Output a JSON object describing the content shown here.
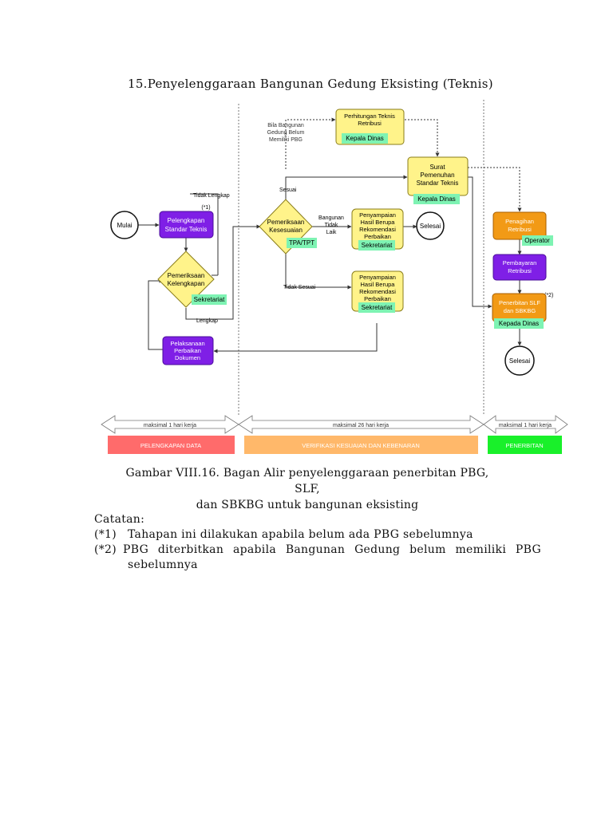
{
  "heading": "15.Penyelenggaraan Bangunan Gedung Eksisting (Teknis)",
  "flow": {
    "start": "Mulai",
    "lengkapi": [
      "Pelengkapan",
      "Standar Teknis"
    ],
    "note1": "(*1)",
    "tidak_lengkap": "Tidak Lengkap",
    "cek_kelengkapan": [
      "Pemeriksaan",
      "Kelengkapan"
    ],
    "sekretariat": "Sekretariat",
    "lengkap": "Lengkap",
    "perbaikan_dok": [
      "Pelaksanaan",
      "Perbaikan",
      "Dokumen"
    ],
    "bila": [
      "Bila Bangunan",
      "Gedung Belum",
      "Memiliki PBG"
    ],
    "hitung": [
      "Perhitungan Teknis",
      "Retribusi"
    ],
    "kepala_dinas": "Kepala Dinas",
    "sesuai": "Sesuai",
    "cek_kesesuaian": [
      "Pemeriksaan",
      "Kesesuaian"
    ],
    "tpa": "TPA/TPT",
    "tidak_laik": [
      "Bangunan",
      "Tidak",
      "Laik"
    ],
    "rekom": [
      "Penyampaian",
      "Hasil Berupa",
      "Rekomendasi",
      "Perbaikan"
    ],
    "selesai": "Selesai",
    "tidak_sesuai": "Tidak Sesuai",
    "surat": [
      "Surat",
      "Pemenuhan",
      "Standar Teknis"
    ],
    "tagih": [
      "Penagihan",
      "Retribusi"
    ],
    "operator": "Operator",
    "bayar": [
      "Pembayaran",
      "Retribusi"
    ],
    "note2": "(*2)",
    "terbit": [
      "Penerbitan SLF",
      "dan SBKBG"
    ],
    "kepada_dinas": "Kepada Dinas"
  },
  "timeline": {
    "seg1": "maksimal 1 hari kerja",
    "seg2": "maksimal 26 hari kerja",
    "seg3": "maksimal 1 hari kerja",
    "phase1": "PELENGKAPAN DATA",
    "phase2": "VERIFIKASI KESUAIAN DAN KEBENARAN",
    "phase3": "PENERBITAN"
  },
  "colors": {
    "purple": "#7f1fe6",
    "yellow": "#fff38a",
    "orange": "#f29a16",
    "green_tag": "#7ef3b3",
    "phase1": "#ff6b6b",
    "phase2": "#ffb86a",
    "phase3": "#19f02a"
  },
  "caption": {
    "line1": "Gambar VIII.16. Bagan Alir penyelenggaraan penerbitan PBG, SLF,",
    "line2": "dan SBKBG untuk bangunan eksisting"
  },
  "notes": {
    "title": "Catatan:",
    "n1_tag": "(*1)",
    "n1_text": "Tahapan ini dilakukan apabila belum ada PBG sebelumnya",
    "n2_tag": "(*2)",
    "n2_text": "PBG diterbitkan apabila Bangunan Gedung belum memiliki PBG",
    "n2_cont": "sebelumnya"
  }
}
